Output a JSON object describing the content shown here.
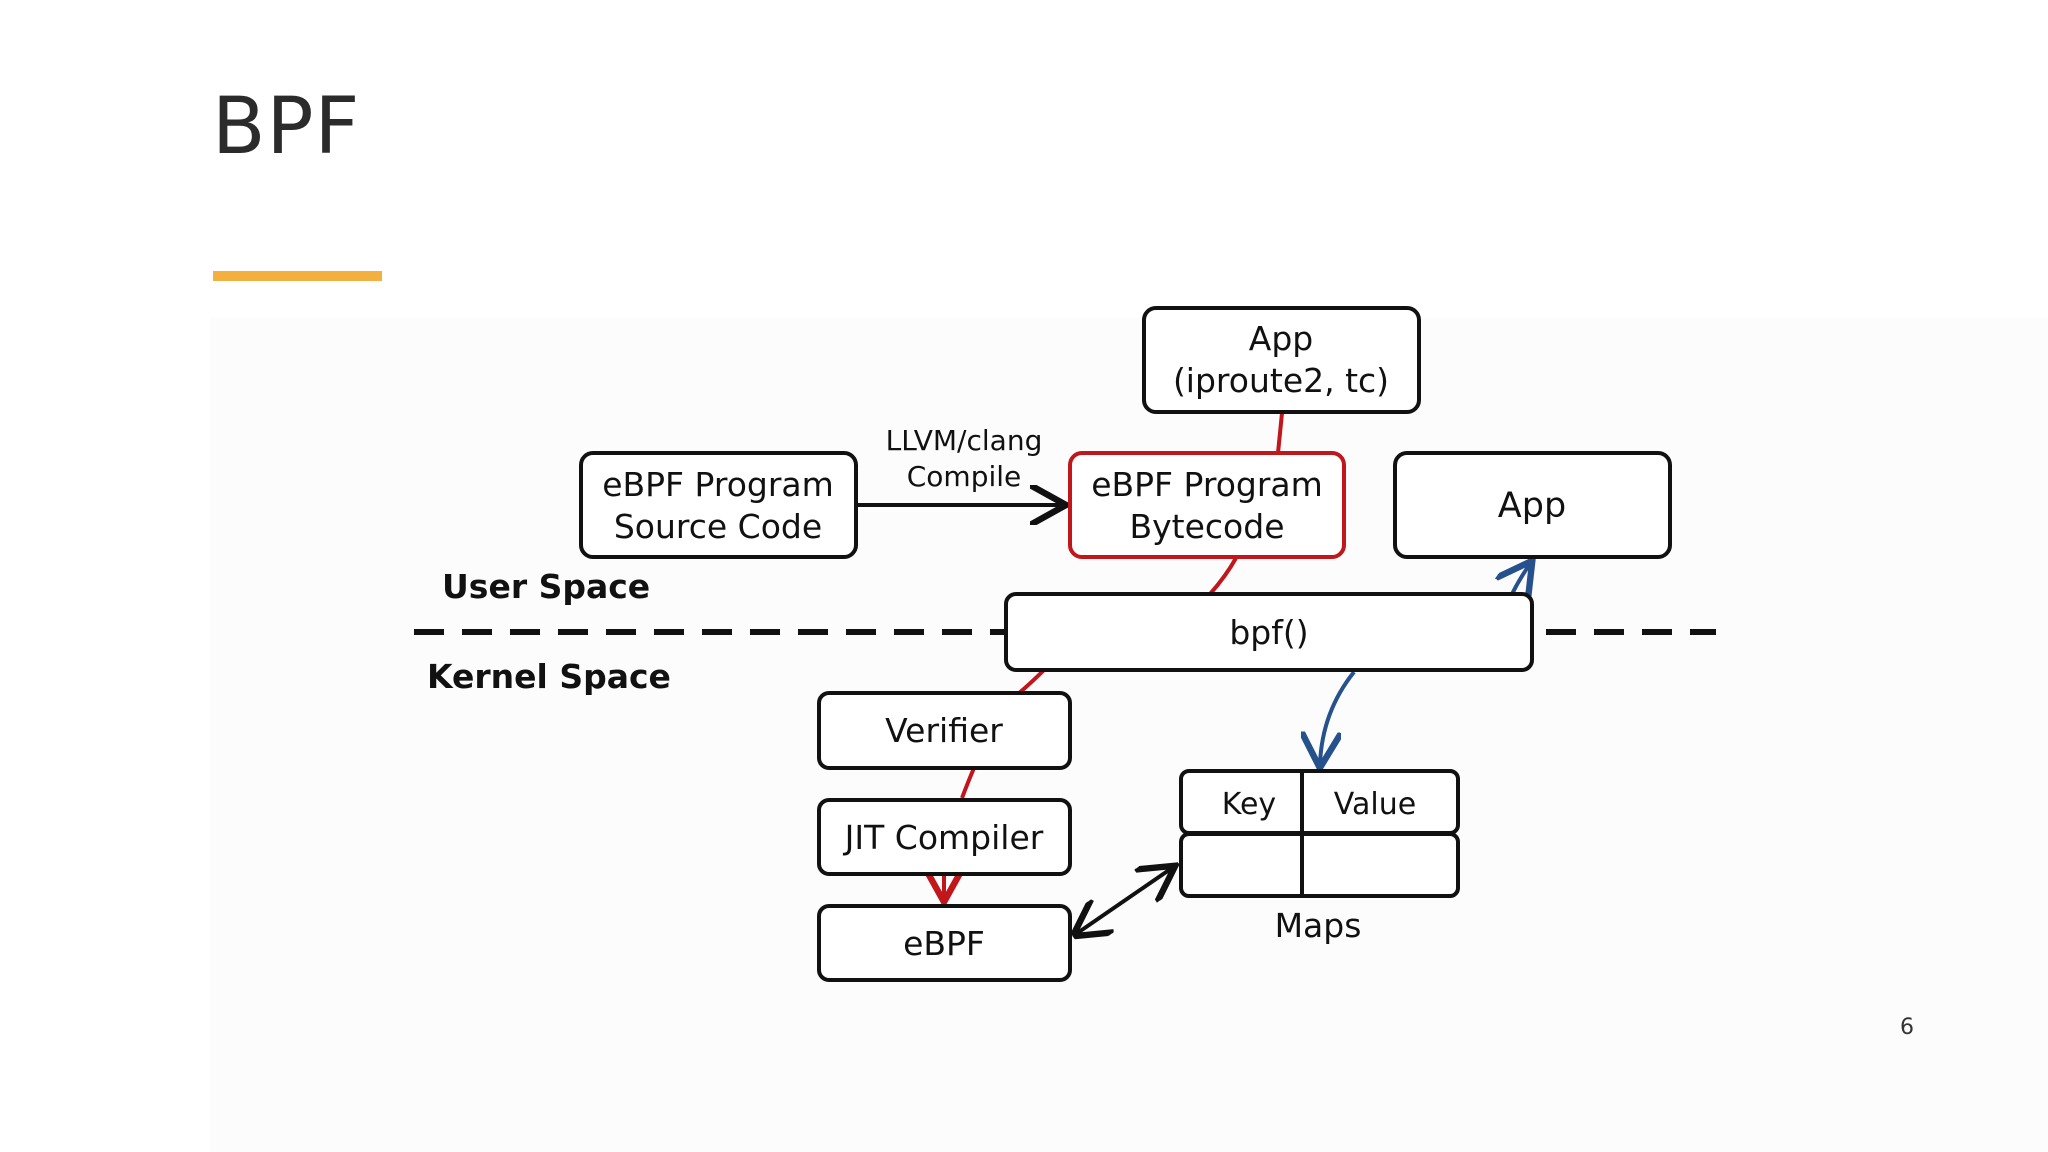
{
  "slide": {
    "title": "BPF",
    "page_number": "6",
    "accent_color": "#F4B03E"
  },
  "diagram": {
    "colors": {
      "box_stroke": "#111111",
      "highlight_stroke": "#C0161C",
      "red_flow": "#C0161C",
      "blue_flow": "#27518C",
      "black_flow": "#111111"
    },
    "zones": {
      "user_space": "User Space",
      "kernel_space": "Kernel Space"
    },
    "nodes": {
      "app_iproute": {
        "line1": "App",
        "line2": "(iproute2, tc)"
      },
      "source_code": {
        "line1": "eBPF Program",
        "line2": "Source Code"
      },
      "bytecode": {
        "line1": "eBPF Program",
        "line2": "Bytecode"
      },
      "app": {
        "label": "App"
      },
      "bpf_call": {
        "label": "bpf()"
      },
      "verifier": {
        "label": "Verifier"
      },
      "jit_compiler": {
        "label": "JIT Compiler"
      },
      "ebpf": {
        "label": "eBPF"
      },
      "maps": {
        "label": "Maps",
        "columns": [
          "Key",
          "Value"
        ]
      }
    },
    "edges": {
      "compile": {
        "line1": "LLVM/clang",
        "line2": "Compile"
      }
    }
  }
}
